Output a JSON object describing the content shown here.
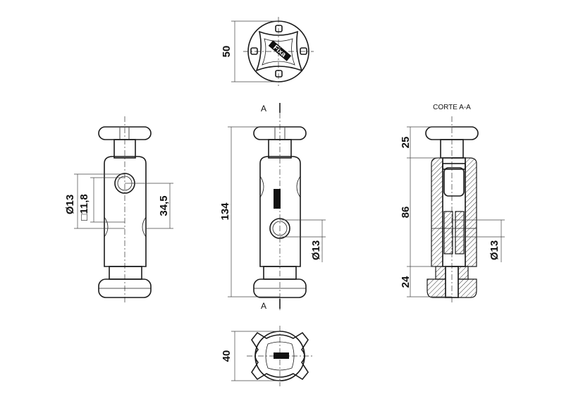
{
  "section": {
    "title": "CORTE A-A",
    "marker": "A"
  },
  "dims": {
    "top_50": "50",
    "bottom_40": "40",
    "height_134": "134",
    "left_d13": "Ø13",
    "left_sq": "□11,8",
    "left_345": "34,5",
    "front_d13": "Ø13",
    "sec_25": "25",
    "sec_86": "86",
    "sec_24": "24",
    "sec_d13": "Ø13"
  },
  "brand_mark": "Fixa"
}
